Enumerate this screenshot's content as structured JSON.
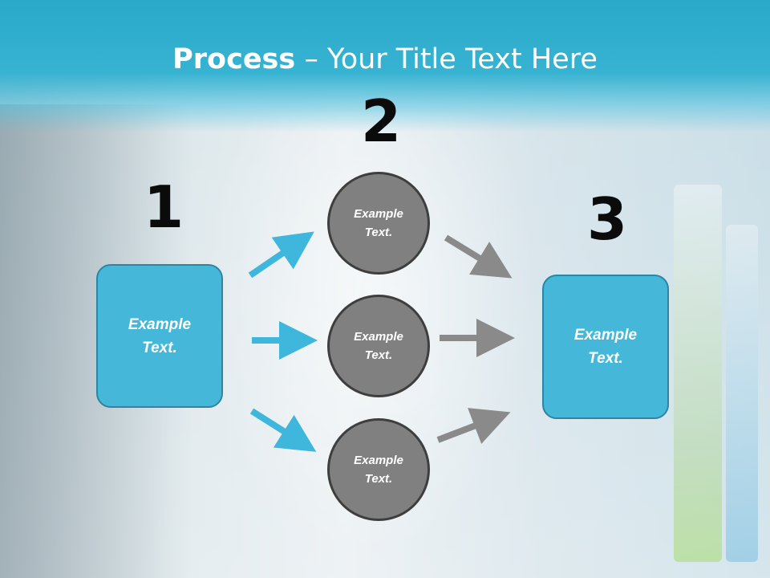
{
  "title": {
    "bold": "Process",
    "rest": " – Your Title Text Here"
  },
  "steps": [
    {
      "number": "1",
      "box_text": "Example Text."
    },
    {
      "number": "2",
      "circles": [
        "Example Text.",
        "Example Text.",
        "Example Text."
      ]
    },
    {
      "number": "3",
      "box_text": "Example Text."
    }
  ],
  "colors": {
    "header": "#2aa9c9",
    "box_fill": "#45b7d8",
    "circle_fill": "#808080",
    "arrow_left": "#3fb6dc",
    "arrow_right": "#8a8a8a"
  }
}
